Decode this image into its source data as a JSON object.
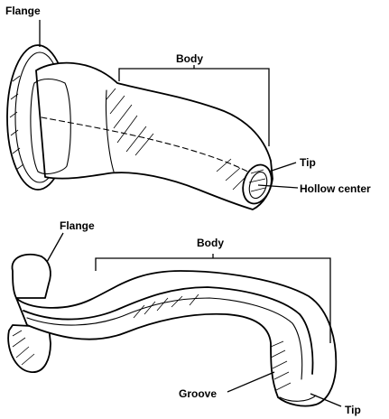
{
  "top_airway": {
    "flange_label": "Flange",
    "body_label": "Body",
    "tip_label": "Tip",
    "hollow_center_label": "Hollow center"
  },
  "bottom_airway": {
    "flange_label": "Flange",
    "body_label": "Body",
    "groove_label": "Groove",
    "tip_label": "Tip"
  }
}
